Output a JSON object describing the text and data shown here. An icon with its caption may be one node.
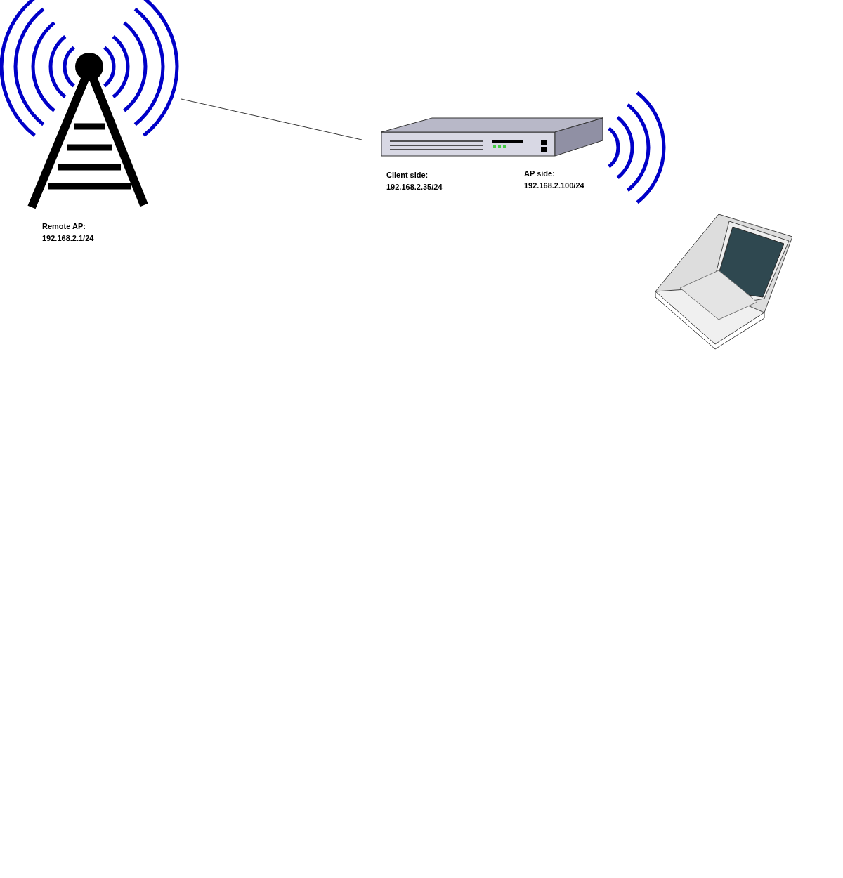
{
  "diagram": {
    "nodes": [
      {
        "text": [],
        "shape": "picture",
        "beside": [
          "Remote AP: 192.168.2.1/24"
        ]
      },
      {
        "text": [],
        "shape": "picture",
        "beside": [
          "Client side: 192.168.2.35/24",
          "AP side: 192.168.2.100/24"
        ]
      },
      {
        "text": [],
        "shape": "picture"
      }
    ],
    "edges": [
      {
        "from": 0,
        "to": 1,
        "arrow": "none"
      }
    ]
  }
}
